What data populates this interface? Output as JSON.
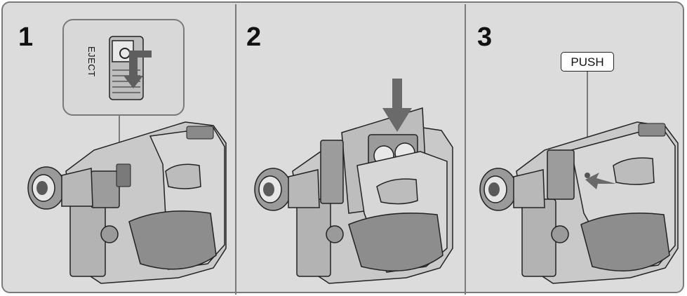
{
  "steps": [
    {
      "number": "1",
      "callout_label": "EJECT"
    },
    {
      "number": "2"
    },
    {
      "number": "3",
      "callout_label": "PUSH"
    }
  ],
  "colors": {
    "frame_border": "#7a7a7a",
    "background": "#dcdcdc",
    "body_light": "#cfcfcf",
    "body_mid": "#a9a9a9",
    "body_dark": "#6d6d6d",
    "arrow": "#666666"
  },
  "icons": {
    "arrow_down": "downward-arrow-icon",
    "arrow_push": "push-arrow-icon"
  }
}
